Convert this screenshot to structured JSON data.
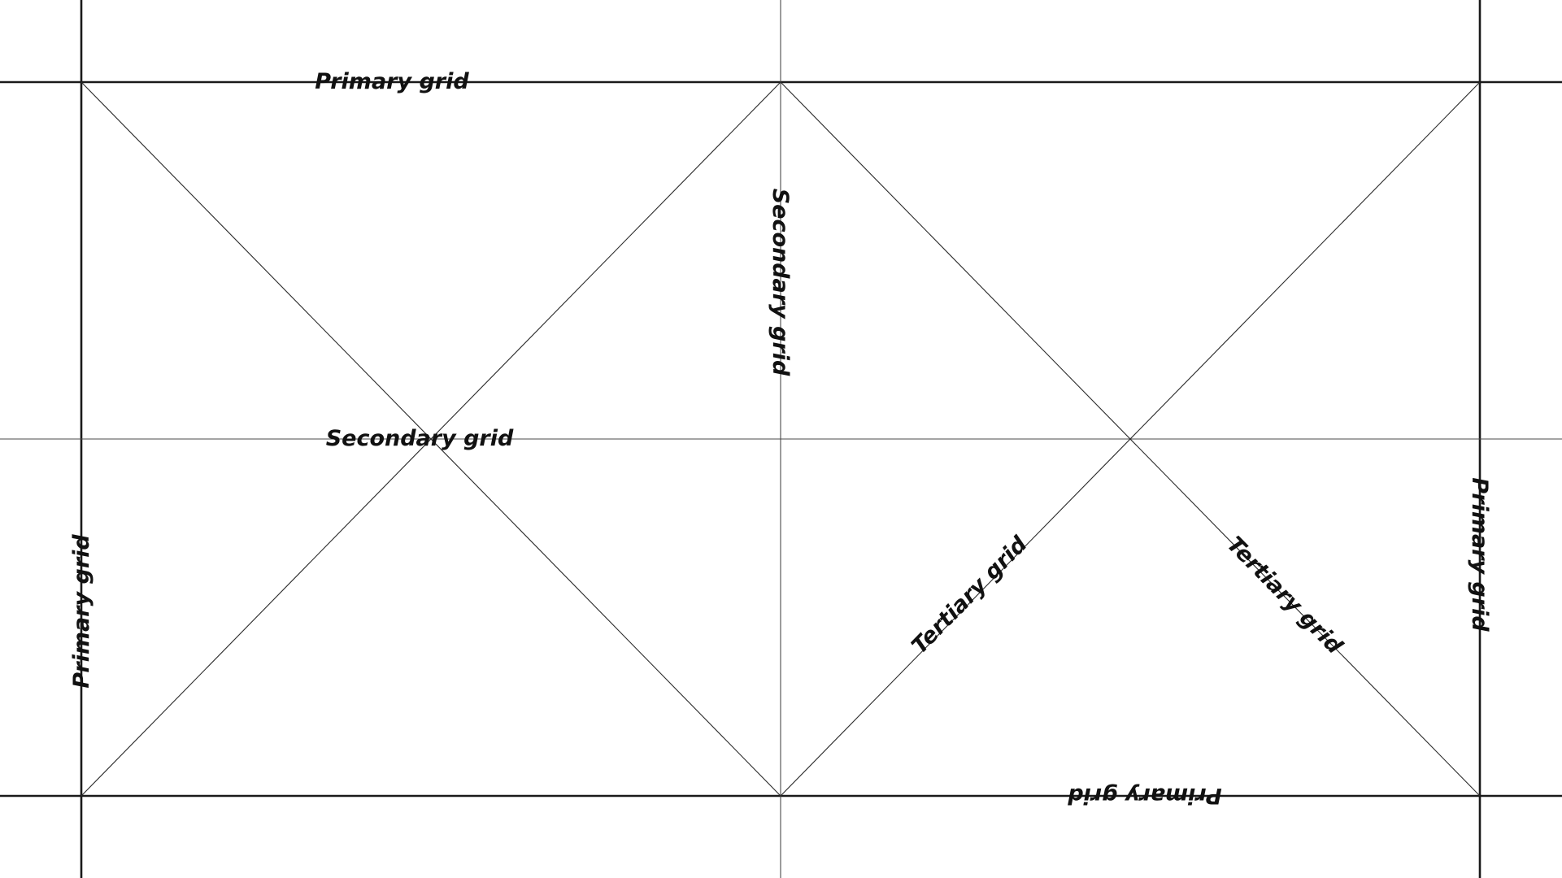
{
  "diagram": {
    "labels": {
      "primary_top": "Primary grid",
      "primary_left": "Primary grid",
      "primary_right": "Primary grid",
      "primary_bottom": "Primary grid",
      "secondary_horizontal": "Secondary grid",
      "secondary_vertical": "Secondary grid",
      "tertiary_rising": "Tertiary grid",
      "tertiary_falling": "Tertiary grid"
    }
  }
}
